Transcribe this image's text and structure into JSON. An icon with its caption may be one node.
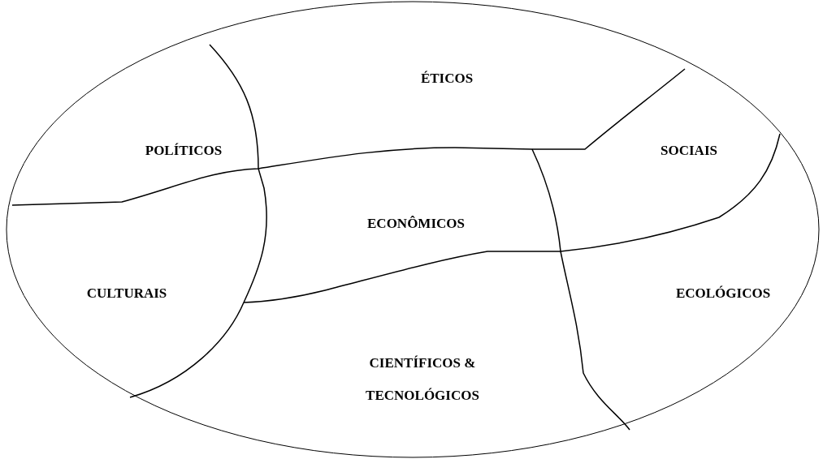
{
  "diagram": {
    "nodes": [
      {
        "text": [],
        "shape": "ellipse"
      },
      {
        "text": [
          "ÉTICOS"
        ],
        "in": 0
      },
      {
        "text": [
          "POLÍTICOS"
        ],
        "in": 0
      },
      {
        "text": [
          "SOCIAIS"
        ],
        "in": 0
      },
      {
        "text": [
          "ECONÔMICOS"
        ],
        "in": 0
      },
      {
        "text": [
          "CULTURAIS"
        ],
        "in": 0
      },
      {
        "text": [
          "ECOLÓGICOS"
        ],
        "in": 0
      },
      {
        "text": [
          "CIENTÍFICOS & TECNOLÓGICOS"
        ],
        "in": 0
      }
    ]
  }
}
